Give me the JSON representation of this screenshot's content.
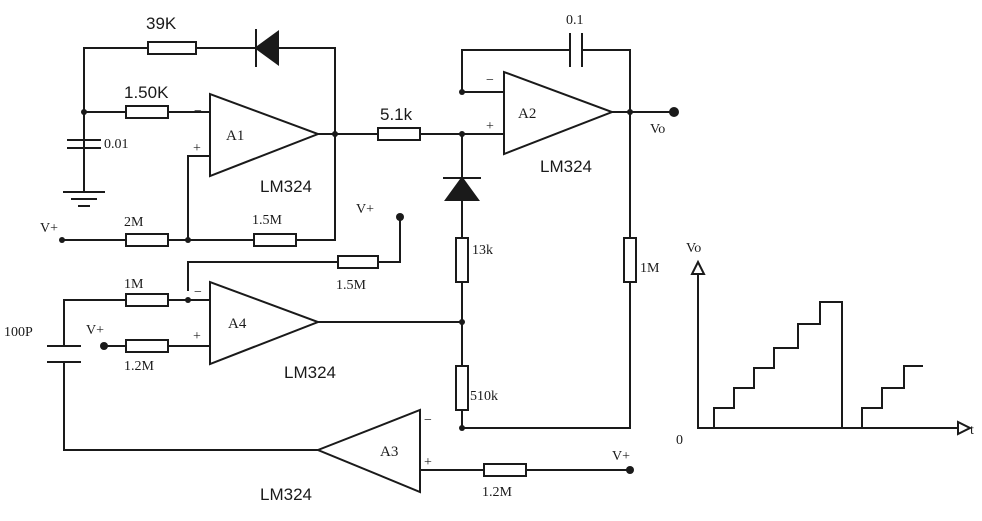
{
  "labels": {
    "r39k": "39K",
    "r150k": "1.50K",
    "c001": "0.01",
    "r2m": "2M",
    "r15m_a": "1.5M",
    "vplus_left": "V+",
    "vplus_top": "V+",
    "a1": "A1",
    "lm324_a1": "LM324",
    "r51k": "5.1k",
    "c01": "0.1",
    "a2": "A2",
    "lm324_a2": "LM324",
    "vo_out": "Vo",
    "r13k": "13k",
    "r1m_right": "1M",
    "r15m_b": "1.5M",
    "r1m_a4": "1M",
    "c100p": "100P",
    "vplus_a4": "V+",
    "r12m_a4": "1.2M",
    "a4": "A4",
    "lm324_a4": "LM324",
    "r510k": "510k",
    "a3": "A3",
    "lm324_a3": "LM324",
    "vplus_a3": "V+",
    "r12m_a3": "1.2M",
    "graph_y": "Vo",
    "graph_origin": "0",
    "graph_x": "t"
  },
  "pins": {
    "minus": "−",
    "plus": "+"
  }
}
